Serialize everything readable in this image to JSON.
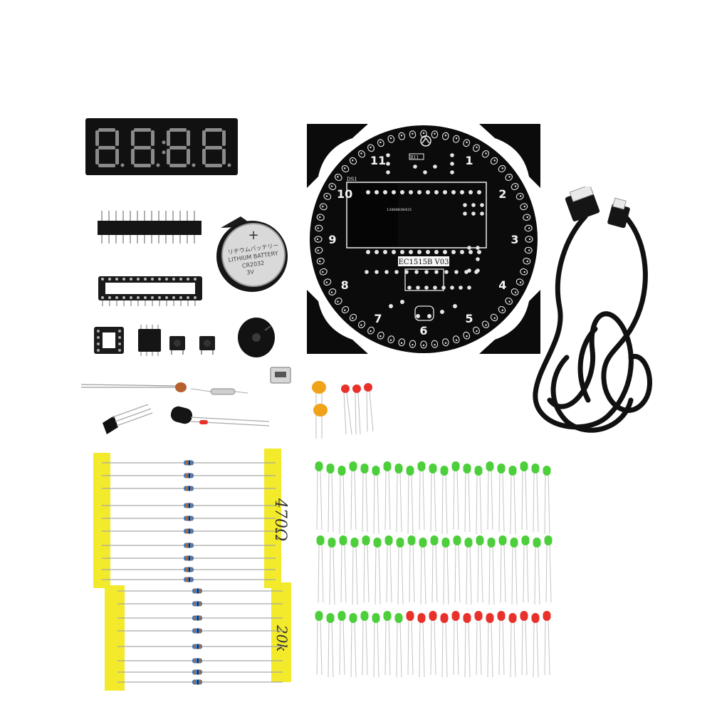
{
  "scene": {
    "description_free": true,
    "background": "#ffffff"
  },
  "display": {
    "digits": "8888",
    "segment_color": "#8a8a8a",
    "body_color": "#111111"
  },
  "battery": {
    "line1": "リチウムバッテリー",
    "line2": "LITHIUM BATTERY",
    "line3": "CR2032",
    "line4": "3V",
    "symbol": "+"
  },
  "pcb": {
    "board_color": "#0b0b0b",
    "hour_marks": [
      "1",
      "2",
      "3",
      "4",
      "5",
      "6",
      "7",
      "8",
      "9",
      "10",
      "11"
    ],
    "model_label": "EC1515B V03",
    "ref_r11": "R11",
    "ref_ds1": "DS1",
    "serial": "13808636415",
    "logo": "logo-mark"
  },
  "tapes": {
    "tape_color": "#f2ea2a",
    "upper_label": "470Ω",
    "lower_label": "20k"
  },
  "leds": {
    "green": "#4ccf3a",
    "red": "#e8312a",
    "orange": "#f0a318"
  },
  "cable": {
    "color": "#111111"
  }
}
